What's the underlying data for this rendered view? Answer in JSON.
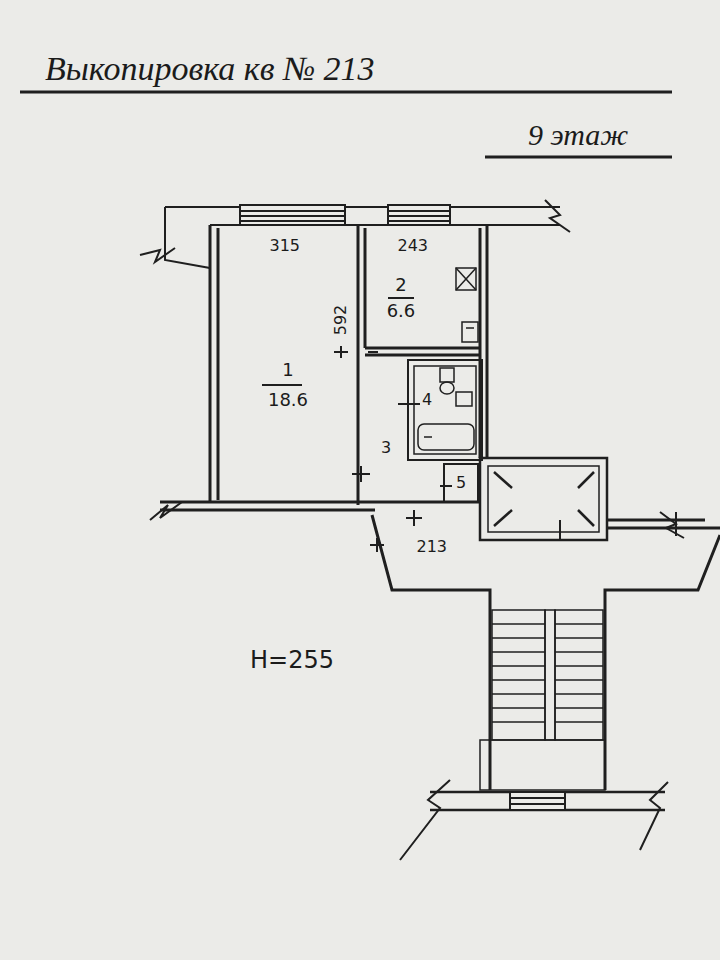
{
  "diagram": {
    "title": "Выкопировка кв № 213",
    "nodes": [
      {
        "text": [
          "1",
          "18.6"
        ]
      },
      {
        "text": [
          "2",
          "6.6"
        ]
      },
      {
        "text": [
          "3"
        ]
      },
      {
        "text": [
          "4"
        ]
      },
      {
        "text": [
          "5"
        ]
      }
    ],
    "labels": [
      "9 этаж",
      "315",
      "243",
      "592",
      "213",
      "Н=255"
    ]
  }
}
